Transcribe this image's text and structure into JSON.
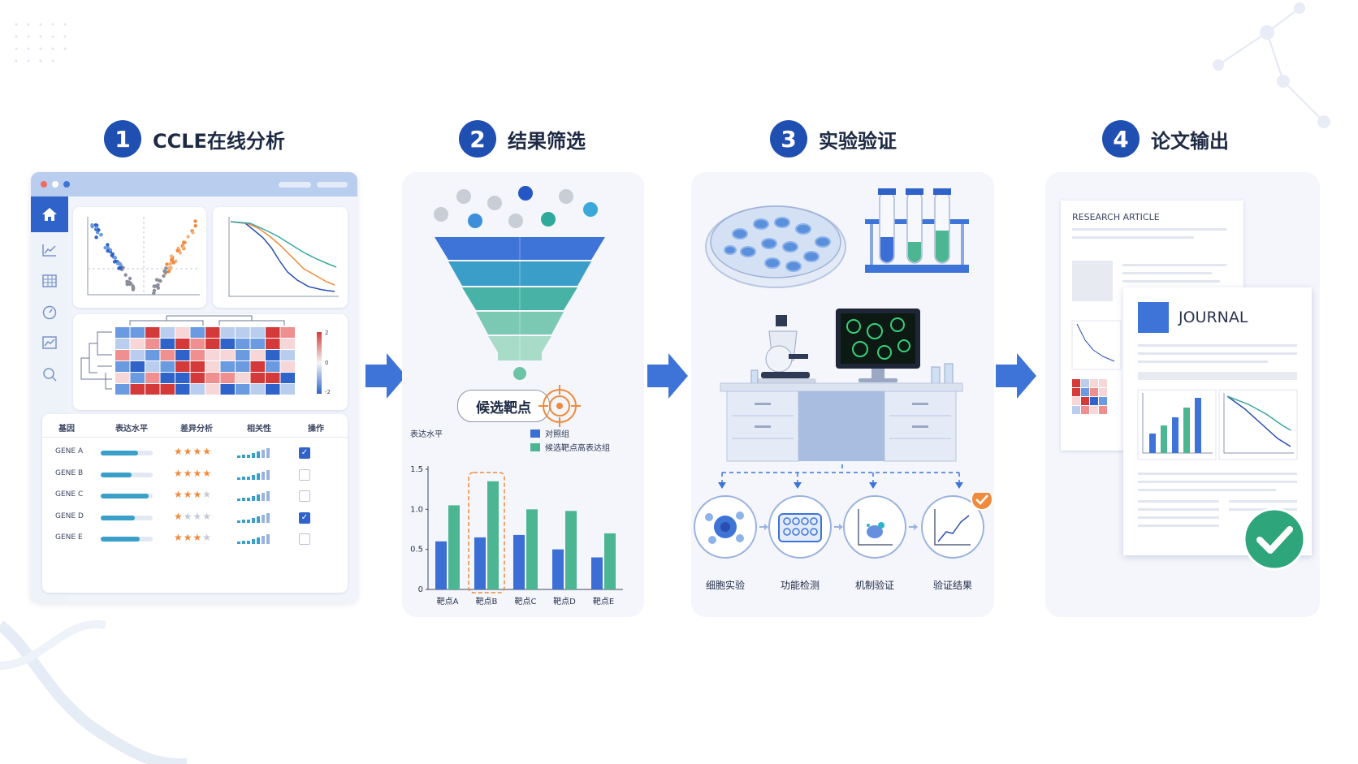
{
  "steps": [
    {
      "num": "1",
      "label": "CCLE在线分析"
    },
    {
      "num": "2",
      "label": "结果筛选"
    },
    {
      "num": "3",
      "label": "实验验证"
    },
    {
      "num": "4",
      "label": "论文输出"
    }
  ],
  "panel1": {
    "table": {
      "headers": [
        "基因",
        "表达水平",
        "差异分析",
        "相关性",
        "操作"
      ],
      "rows": [
        {
          "gene": "GENE A",
          "expression": 0.72,
          "stars": 4,
          "checked": true
        },
        {
          "gene": "GENE B",
          "expression": 0.6,
          "stars": 4,
          "checked": false
        },
        {
          "gene": "GENE C",
          "expression": 0.92,
          "stars": 3,
          "checked": false
        },
        {
          "gene": "GENE D",
          "expression": 0.65,
          "stars": 1,
          "checked": true
        },
        {
          "gene": "GENE E",
          "expression": 0.75,
          "stars": 3,
          "checked": false
        }
      ]
    },
    "heatmap_scale": [
      "2",
      "0",
      "-2"
    ]
  },
  "panel2": {
    "candidate_label": "候选靶点",
    "chart_data": {
      "type": "bar",
      "title": "",
      "ylabel": "表达水平",
      "categories": [
        "靶点A",
        "靶点B",
        "靶点C",
        "靶点D",
        "靶点E"
      ],
      "series": [
        {
          "name": "对照组",
          "values": [
            0.6,
            0.65,
            0.68,
            0.5,
            0.4
          ],
          "color": "#3b6fd6"
        },
        {
          "name": "候选靶点高表达组",
          "values": [
            1.05,
            1.35,
            1.0,
            0.98,
            0.7
          ],
          "color": "#4cb592"
        }
      ],
      "ylim": [
        0,
        1.5
      ],
      "yticks": [
        "0",
        "0.5",
        "1.0",
        "1.5"
      ],
      "highlight": "靶点B"
    }
  },
  "panel3": {
    "experiments": [
      "细胞实验",
      "功能检测",
      "机制验证",
      "验证结果"
    ]
  },
  "panel4": {
    "research_article": "RESEARCH ARTICLE",
    "journal": "JOURNAL"
  },
  "colors": {
    "accent": "#1f4fb0",
    "teal": "#4cb592",
    "orange": "#f08a3c",
    "green": "#2ea57a"
  }
}
